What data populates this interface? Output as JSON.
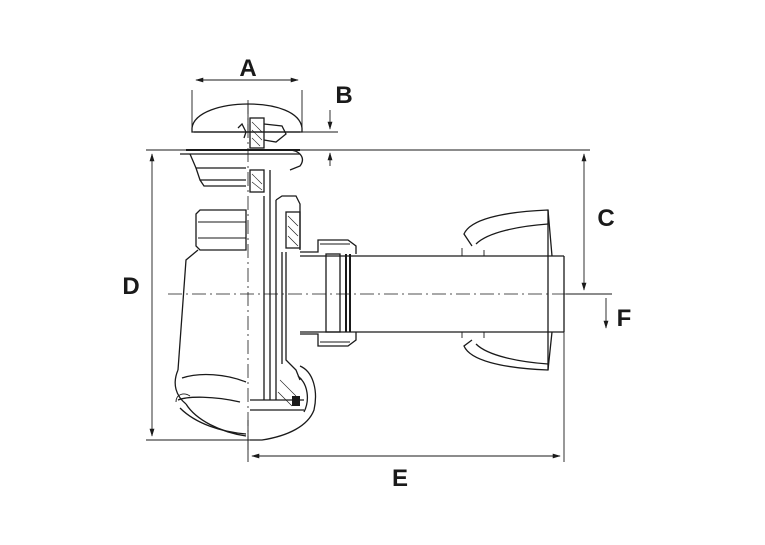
{
  "dimensions": [
    {
      "id": "A",
      "label": "A"
    },
    {
      "id": "B",
      "label": "B"
    },
    {
      "id": "C",
      "label": "C"
    },
    {
      "id": "D",
      "label": "D"
    },
    {
      "id": "E",
      "label": "E"
    },
    {
      "id": "F",
      "label": "F"
    }
  ],
  "colors": {
    "line": "#1a1a1a",
    "background": "#ffffff"
  }
}
